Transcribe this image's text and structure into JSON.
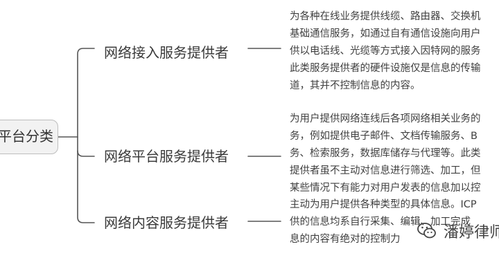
{
  "root": {
    "label": "平台分类"
  },
  "branches": [
    {
      "label": "网络接入服务提供者",
      "lines": [
        "为各种在线业务提供线缆、路由器、交换机",
        "基础通信服务，如通过自有通信设施向用户",
        "供以电话线、光缆等方式接入因特网的服务",
        "此类服务提供者的硬件设施仅是信息的传输",
        "道，其并不控制信息的内容。"
      ]
    },
    {
      "label": "网络平台服务提供者",
      "lines": [
        "为用户提供网络连线后各项网络相关业务的",
        "务，例如提供电子邮件、文档传输服务、B",
        "务、检索服务，数据库储存与代理等。此类",
        "提供者虽不主动对信息进行筛选、加工，但",
        "某些情况下有能力对用户发表的信息加以控"
      ]
    },
    {
      "label": "网络内容服务提供者",
      "lines": [
        "主动为用户提供各种类型的具体信息。ICP",
        "供的信息均系自行采集、编辑、加工完成",
        "息的内容有绝对的控制力"
      ]
    }
  ],
  "watermark": {
    "text": "潘婷律师",
    "icon": "wechat-icon"
  },
  "colors": {
    "line": "#555555",
    "root_fill": "#f2f2f2",
    "root_border": "#bdbdbd",
    "text": "#333333"
  }
}
